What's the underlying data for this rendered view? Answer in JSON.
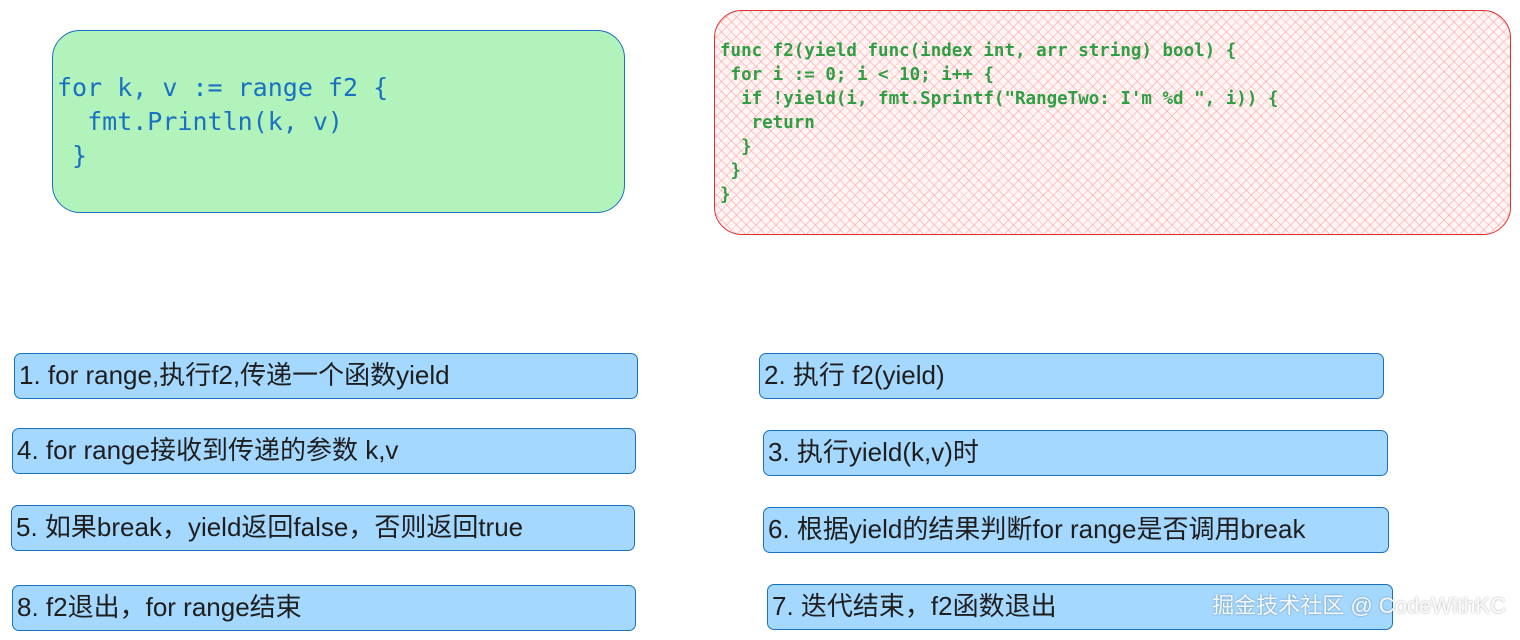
{
  "usage_code": "for k, v := range f2 {\n  fmt.Println(k, v)\n }",
  "f2_code": "func f2(yield func(index int, arr string) bool) {\n for i := 0; i < 10; i++ {\n  if !yield(i, fmt.Sprintf(\"RangeTwo: I'm %d \", i)) {\n   return\n  }\n }\n}",
  "steps": [
    "1. for range,执行f2,传递一个函数yield",
    "2. 执行 f2(yield)",
    "3. 执行yield(k,v)时",
    "4. for range接收到传递的参数 k,v",
    "5. 如果break，yield返回false，否则返回true",
    "6. 根据yield的结果判断for range是否调用break",
    "7. 迭代结束，f2函数退出",
    "8. f2退出，for range结束"
  ],
  "watermark": "掘金技术社区 @ CodeWithKC",
  "colors": {
    "green_fill": "#b2f2bb",
    "blue_code": "#1971c2",
    "red_border": "#e03131",
    "green_code": "#2f9e44",
    "step_fill": "#a5d8ff"
  }
}
